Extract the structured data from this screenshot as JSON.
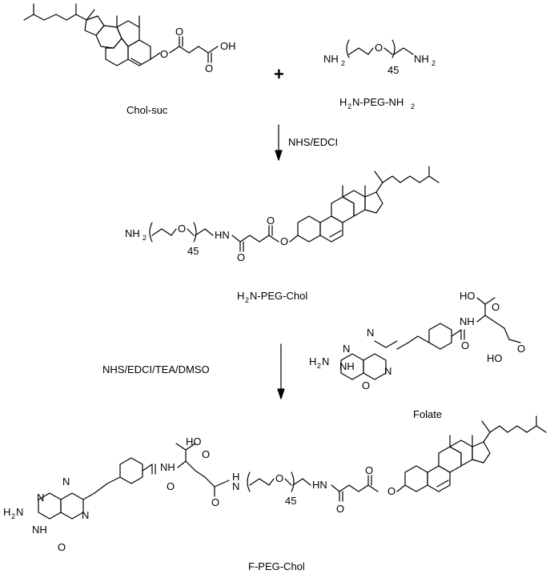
{
  "reactant_1": {
    "name": "Chol-suc",
    "atoms": {
      "oh": "OH"
    }
  },
  "plus_sign": "+",
  "reactant_2": {
    "name": "H",
    "name_sub": "2",
    "name_rest": "N-PEG-NH",
    "name_sub2": "2",
    "atoms": {
      "nh2_left": "NH",
      "nh2_left_sub": "2",
      "o": "O",
      "n": "45",
      "nh2_right": "NH",
      "nh2_right_sub": "2"
    }
  },
  "step_1": {
    "reagents": "NHS/EDCI"
  },
  "intermediate": {
    "name": "H",
    "name_sub": "2",
    "name_rest": "N-PEG-Chol",
    "atoms": {
      "nh2": "NH",
      "nh2_sub": "2",
      "o": "O",
      "n": "45",
      "hn": "HN"
    }
  },
  "step_2": {
    "reagents": "NHS/EDCI/TEA/DMSO"
  },
  "folate": {
    "name": "Folate",
    "atoms": {
      "oh_top": "HO",
      "oh_bottom": "HO",
      "nh": "NH",
      "n1": "N",
      "n2": "N",
      "n3": "N",
      "nh_ring": "NH",
      "h2n": "H",
      "h2n_sub": "2",
      "h2n_rest": "N",
      "o": "O"
    }
  },
  "product": {
    "name": "F-PEG-Chol",
    "atoms": {
      "ho": "HO",
      "nh": "NH",
      "nh_peg": "N",
      "nh_peg_h": "H",
      "o": "O",
      "n": "45",
      "hn": "HN",
      "n1": "N",
      "n2": "N",
      "n3": "N",
      "nh_ring": "NH",
      "h2n": "H",
      "h2n_sub": "2",
      "h2n_rest": "N",
      "o_ring": "O"
    }
  }
}
